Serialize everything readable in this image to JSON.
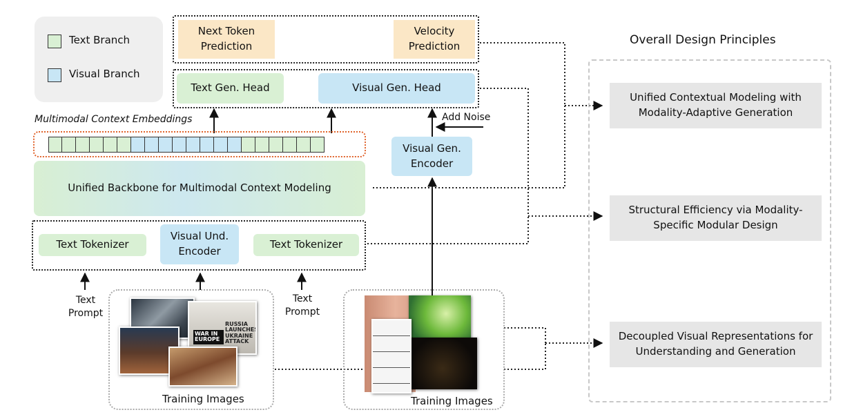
{
  "legend": {
    "text_branch": "Text Branch",
    "visual_branch": "Visual Branch",
    "text_color": "#d9f0d4",
    "visual_color": "#c8e6f5"
  },
  "prediction": {
    "next_token": "Next Token Prediction",
    "velocity": "Velocity Prediction"
  },
  "heads": {
    "text": "Text Gen. Head",
    "visual": "Visual Gen. Head"
  },
  "add_noise": "Add Noise",
  "visual_gen_encoder": "Visual Gen. Encoder",
  "embeddings_label": "Multimodal Context Embeddings",
  "embeddings": {
    "cells": [
      "text",
      "text",
      "text",
      "text",
      "text",
      "text",
      "visual",
      "visual",
      "visual",
      "visual",
      "visual",
      "visual",
      "visual",
      "visual",
      "text",
      "text",
      "text",
      "text",
      "text",
      "text"
    ]
  },
  "backbone": "Unified Backbone for Multimodal Context Modeling",
  "tokenizers": {
    "left": "Text Tokenizer",
    "center": "Visual Und. Encoder",
    "right": "Text Tokenizer"
  },
  "prompts": {
    "left": "Text Prompt",
    "right": "Text Prompt"
  },
  "training_images_left": "Training Images",
  "training_images_right": "Training Images",
  "principles": {
    "title": "Overall Design Principles",
    "items": [
      "Unified Contextual Modeling with Modality-Adaptive Generation",
      "Structural Efficiency via Modality-Specific Modular Design",
      "Decoupled Visual Representations for Understanding and Generation"
    ]
  },
  "newspaper_texts": [
    "WAR IN EUROPE",
    "RUSSIA LAUNCHES UKRAINE ATTACK"
  ]
}
